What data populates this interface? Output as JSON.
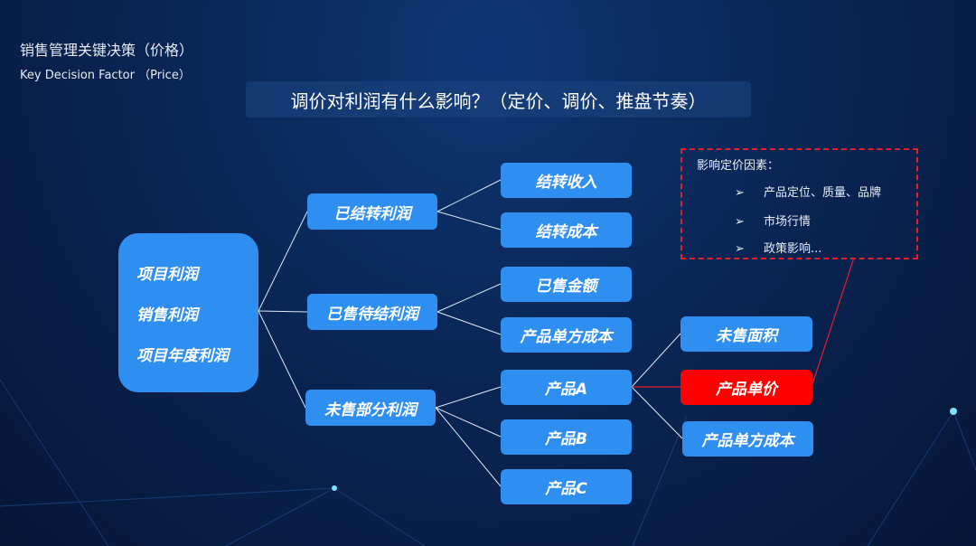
{
  "header": {
    "title_cn": "销售管理关键决策（价格）",
    "title_en": "Key Decision Factor （Price）"
  },
  "banner": "调价对利润有什么影响？（定价、调价、推盘节奏）",
  "root": {
    "items": [
      "项目利润",
      "销售利润",
      "项目年度利润"
    ]
  },
  "level2": [
    "已结转利润",
    "已售待结利润",
    "未售部分利润"
  ],
  "level3": [
    "结转收入",
    "结转成本",
    "已售金额",
    "产品单方成本",
    "产品A",
    "产品B",
    "产品C"
  ],
  "level4": [
    "未售面积",
    "产品单价",
    "产品单方成本"
  ],
  "factors": {
    "heading": "影响定价因素：",
    "bullet": "➢",
    "items": [
      "产品定位、质量、品牌",
      "市场行情",
      "政策影响..."
    ]
  },
  "colors": {
    "box": "#2f8ff0",
    "highlight": "#ff0000",
    "dash": "#e0202a"
  }
}
